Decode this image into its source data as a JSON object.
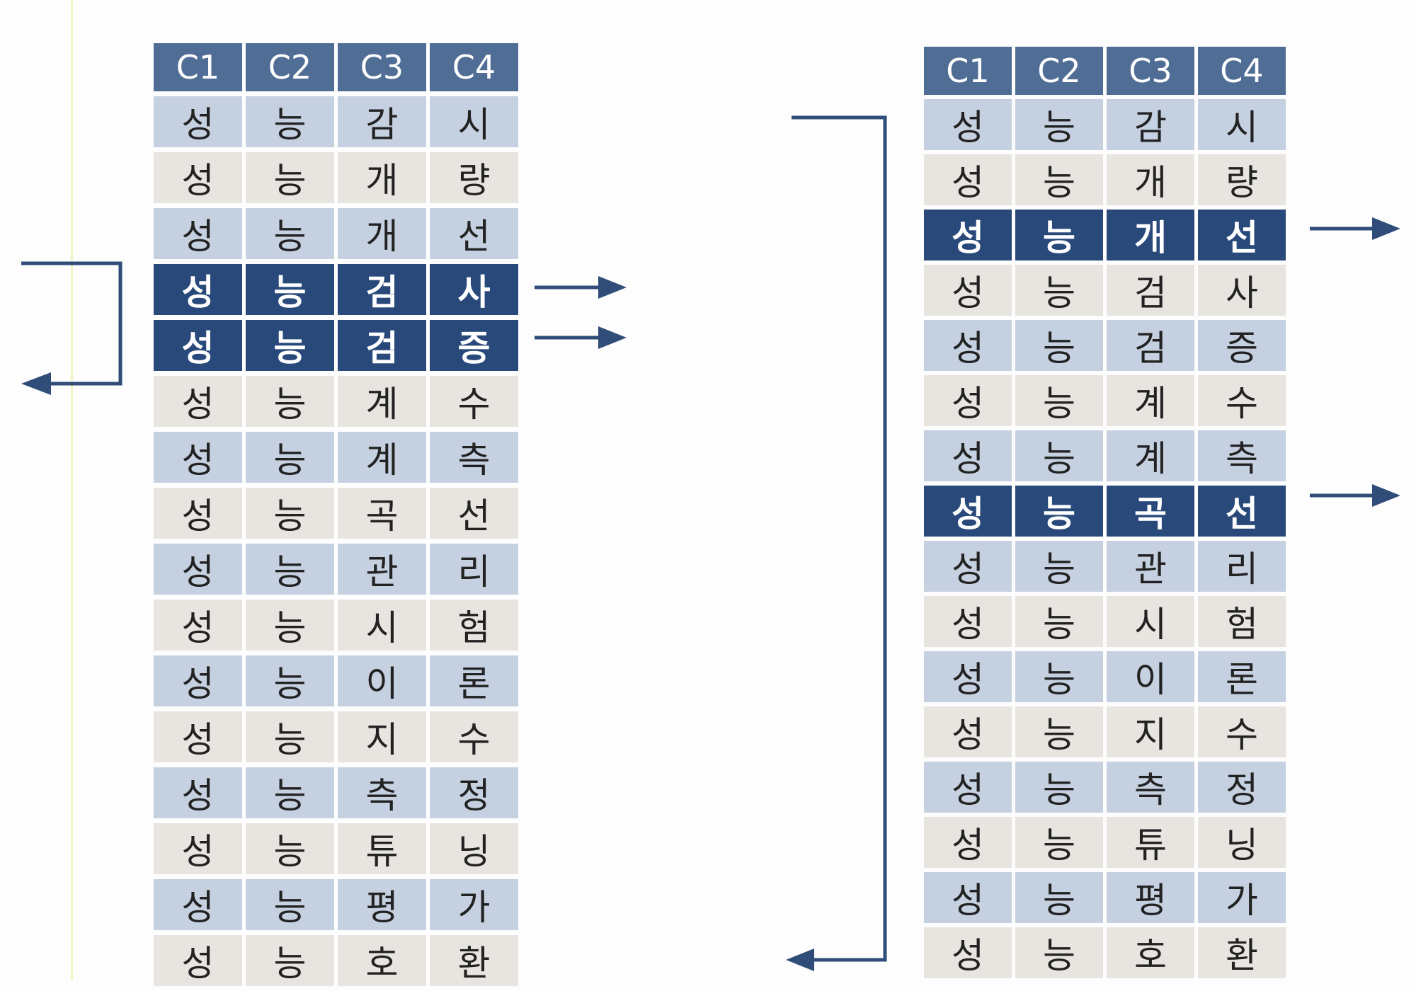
{
  "left_table": {
    "headers": [
      "C1",
      "C2",
      "C3",
      "C4"
    ],
    "rows": [
      {
        "cells": [
          "성",
          "능",
          "감",
          "시"
        ],
        "highlighted": false
      },
      {
        "cells": [
          "성",
          "능",
          "개",
          "량"
        ],
        "highlighted": false
      },
      {
        "cells": [
          "성",
          "능",
          "개",
          "선"
        ],
        "highlighted": false
      },
      {
        "cells": [
          "성",
          "능",
          "검",
          "사"
        ],
        "highlighted": true
      },
      {
        "cells": [
          "성",
          "능",
          "검",
          "증"
        ],
        "highlighted": true
      },
      {
        "cells": [
          "성",
          "능",
          "계",
          "수"
        ],
        "highlighted": false
      },
      {
        "cells": [
          "성",
          "능",
          "계",
          "측"
        ],
        "highlighted": false
      },
      {
        "cells": [
          "성",
          "능",
          "곡",
          "선"
        ],
        "highlighted": false
      },
      {
        "cells": [
          "성",
          "능",
          "관",
          "리"
        ],
        "highlighted": false
      },
      {
        "cells": [
          "성",
          "능",
          "시",
          "험"
        ],
        "highlighted": false
      },
      {
        "cells": [
          "성",
          "능",
          "이",
          "론"
        ],
        "highlighted": false
      },
      {
        "cells": [
          "성",
          "능",
          "지",
          "수"
        ],
        "highlighted": false
      },
      {
        "cells": [
          "성",
          "능",
          "측",
          "정"
        ],
        "highlighted": false
      },
      {
        "cells": [
          "성",
          "능",
          "튜",
          "닝"
        ],
        "highlighted": false
      },
      {
        "cells": [
          "성",
          "능",
          "평",
          "가"
        ],
        "highlighted": false
      },
      {
        "cells": [
          "성",
          "능",
          "호",
          "환"
        ],
        "highlighted": false
      }
    ]
  },
  "right_table": {
    "headers": [
      "C1",
      "C2",
      "C3",
      "C4"
    ],
    "rows": [
      {
        "cells": [
          "성",
          "능",
          "감",
          "시"
        ],
        "highlighted": false
      },
      {
        "cells": [
          "성",
          "능",
          "개",
          "량"
        ],
        "highlighted": false
      },
      {
        "cells": [
          "성",
          "능",
          "개",
          "선"
        ],
        "highlighted": true
      },
      {
        "cells": [
          "성",
          "능",
          "검",
          "사"
        ],
        "highlighted": false
      },
      {
        "cells": [
          "성",
          "능",
          "검",
          "증"
        ],
        "highlighted": false
      },
      {
        "cells": [
          "성",
          "능",
          "계",
          "수"
        ],
        "highlighted": false
      },
      {
        "cells": [
          "성",
          "능",
          "계",
          "측"
        ],
        "highlighted": false
      },
      {
        "cells": [
          "성",
          "능",
          "곡",
          "선"
        ],
        "highlighted": true
      },
      {
        "cells": [
          "성",
          "능",
          "관",
          "리"
        ],
        "highlighted": false
      },
      {
        "cells": [
          "성",
          "능",
          "시",
          "험"
        ],
        "highlighted": false
      },
      {
        "cells": [
          "성",
          "능",
          "이",
          "론"
        ],
        "highlighted": false
      },
      {
        "cells": [
          "성",
          "능",
          "지",
          "수"
        ],
        "highlighted": false
      },
      {
        "cells": [
          "성",
          "능",
          "측",
          "정"
        ],
        "highlighted": false
      },
      {
        "cells": [
          "성",
          "능",
          "튜",
          "닝"
        ],
        "highlighted": false
      },
      {
        "cells": [
          "성",
          "능",
          "평",
          "가"
        ],
        "highlighted": false
      },
      {
        "cells": [
          "성",
          "능",
          "호",
          "환"
        ],
        "highlighted": false
      }
    ]
  },
  "colors": {
    "header": "#4f6d95",
    "highlight_row": "#28497a",
    "row_light_blue": "#c5d1e1",
    "row_light_gray": "#e8e5e0",
    "arrow": "#2f4d78"
  },
  "icons": [
    "right-arrow-icon",
    "return-arrow-icon"
  ]
}
